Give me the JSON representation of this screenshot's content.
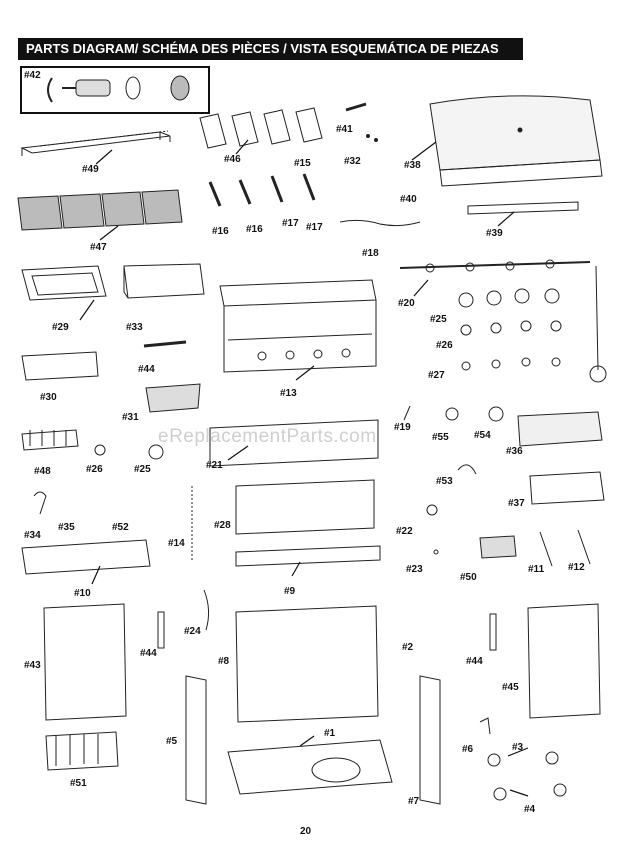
{
  "header": {
    "title": "PARTS DIAGRAM/ SCHÉMA DES PIÈCES / VISTA ESQUEMÁTICA DE PIEZAS"
  },
  "watermark": "eReplacementParts.com",
  "page_number": "20",
  "labels": {
    "p42": "#42",
    "p49": "#49",
    "p46": "#46",
    "p41": "#41",
    "p32": "#32",
    "p38": "#38",
    "p15": "#15",
    "p40": "#40",
    "p47": "#47",
    "p16a": "#16",
    "p16b": "#16",
    "p17a": "#17",
    "p17b": "#17",
    "p18": "#18",
    "p39": "#39",
    "p29": "#29",
    "p33": "#33",
    "p20": "#20",
    "p25a": "#25",
    "p26": "#26",
    "p44a": "#44",
    "p30": "#30",
    "p13": "#13",
    "p27": "#27",
    "p31": "#31",
    "p19": "#19",
    "p55": "#55",
    "p54": "#54",
    "p36": "#36",
    "p48": "#48",
    "p26b": "#26",
    "p25b": "#25",
    "p21": "#21",
    "p53": "#53",
    "p37": "#37",
    "p34": "#34",
    "p35": "#35",
    "p52": "#52",
    "p28": "#28",
    "p22": "#22",
    "p14": "#14",
    "p23": "#23",
    "p50": "#50",
    "p11": "#11",
    "p12": "#12",
    "p10": "#10",
    "p9": "#9",
    "p24": "#24",
    "p2": "#2",
    "p44b": "#44",
    "p43": "#43",
    "p44c": "#44",
    "p8": "#8",
    "p45": "#45",
    "p1": "#1",
    "p6": "#6",
    "p3": "#3",
    "p5": "#5",
    "p51": "#51",
    "p7": "#7",
    "p4": "#4"
  }
}
